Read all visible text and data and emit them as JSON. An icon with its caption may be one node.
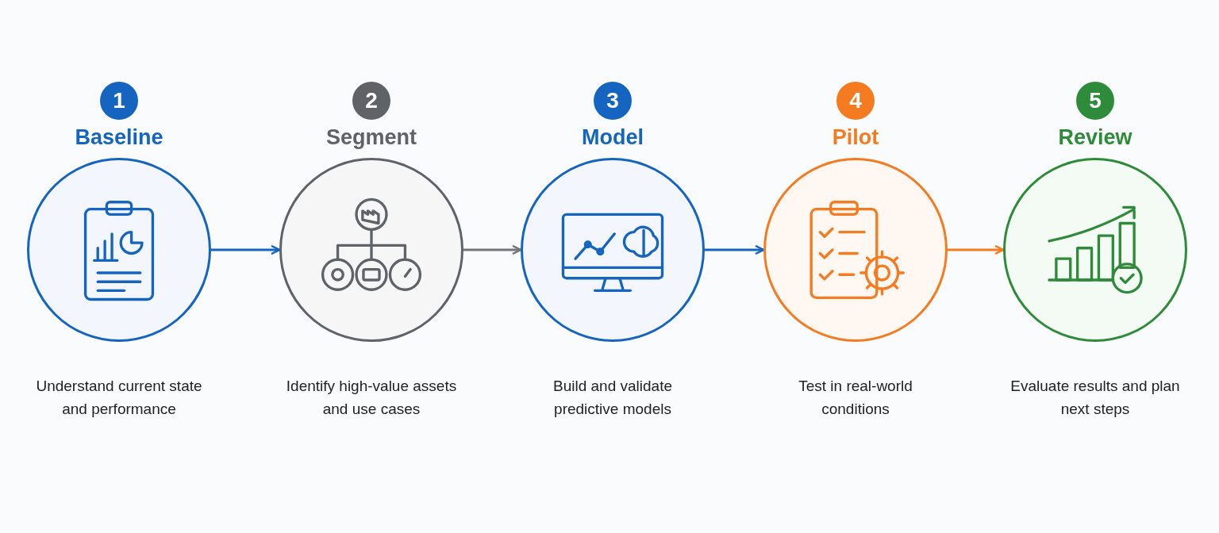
{
  "diagram": {
    "nodes": [
      {
        "text": [
          "1"
        ]
      },
      {
        "text": [
          "Baseline"
        ],
        "beside": [
          "Understand current state and performance"
        ]
      },
      {
        "text": [
          "2"
        ]
      },
      {
        "text": [
          "Segment"
        ],
        "beside": [
          "Identify high-value assets and use cases"
        ]
      },
      {
        "text": [
          "3"
        ]
      },
      {
        "text": [
          "Model"
        ],
        "beside": [
          "Build and validate predictive models"
        ]
      },
      {
        "text": [
          "4"
        ]
      },
      {
        "text": [
          "Pilot"
        ],
        "beside": [
          "Test in real-world conditions"
        ]
      },
      {
        "text": [
          "5"
        ]
      },
      {
        "text": [
          "Review"
        ],
        "beside": [
          "Evaluate results and plan next steps"
        ]
      }
    ],
    "edges": [
      {
        "from": 1,
        "to": 3,
        "arrow": "to"
      },
      {
        "from": 3,
        "to": 5,
        "arrow": "to",
        "color": "#757575"
      },
      {
        "from": 5,
        "to": 7,
        "arrow": "to"
      },
      {
        "from": 7,
        "to": 9,
        "arrow": "to",
        "color": "#f47b20"
      }
    ]
  }
}
